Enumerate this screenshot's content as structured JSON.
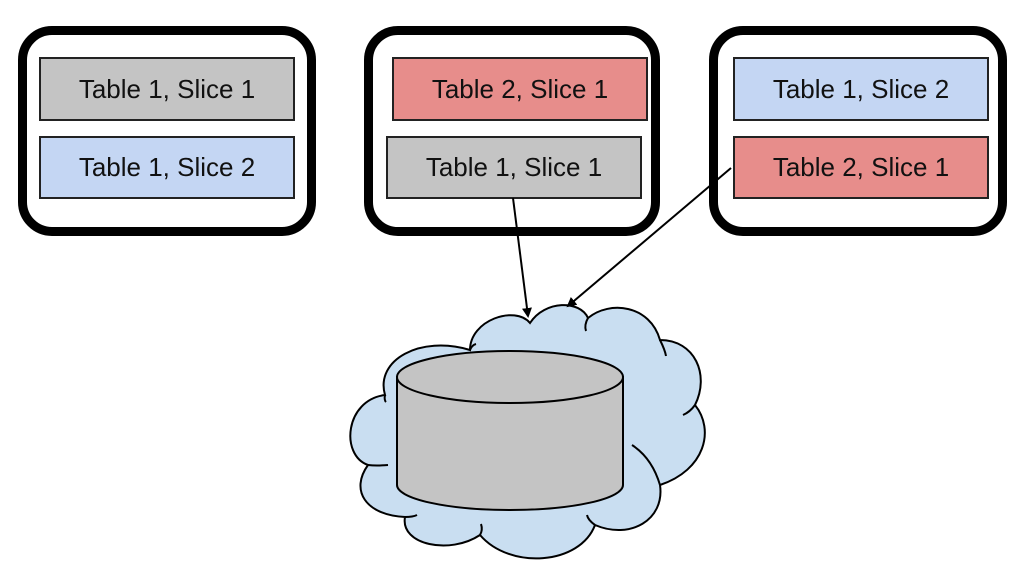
{
  "colors": {
    "table1_slice1": "#c4c4c4",
    "table1_slice2": "#c4d6f3",
    "table2_slice1": "#e78d8b",
    "cloud": "#c9def1",
    "database": "#c4c4c4"
  },
  "nodes": [
    {
      "name": "node-1",
      "slices": [
        {
          "label": "Table 1, Slice 1",
          "kind": "table1_slice1"
        },
        {
          "label": "Table 1, Slice 2",
          "kind": "table1_slice2"
        }
      ]
    },
    {
      "name": "node-2",
      "slices": [
        {
          "label": "Table 2, Slice 1",
          "kind": "table2_slice1"
        },
        {
          "label": "Table 1, Slice 1",
          "kind": "table1_slice1"
        }
      ]
    },
    {
      "name": "node-3",
      "slices": [
        {
          "label": "Table 1, Slice 2",
          "kind": "table1_slice2"
        },
        {
          "label": "Table 2, Slice 1",
          "kind": "table2_slice1"
        }
      ]
    }
  ],
  "storage": {
    "shape": "cloud",
    "icon": "database-cylinder-icon"
  },
  "arrows": [
    {
      "from": "node-2 / Table 1, Slice 1",
      "to": "cloud-storage"
    },
    {
      "from": "node-3 / Table 2, Slice 1",
      "to": "cloud-storage"
    }
  ]
}
